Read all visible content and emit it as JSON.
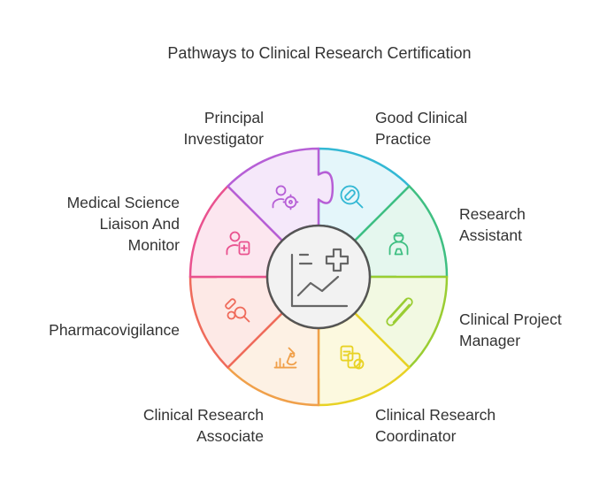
{
  "title": "Pathways to Clinical Research Certification",
  "center": {
    "icon": "chart-plus-icon"
  },
  "segments": [
    {
      "id": "good-clinical-practice",
      "lines": [
        "Good Clinical",
        "Practice"
      ],
      "color": "#33b8d4",
      "fill": "#e4f6fa",
      "icon": "pill-magnifier-icon"
    },
    {
      "id": "research-assistant",
      "lines": [
        "Research",
        "Assistant"
      ],
      "color": "#3fbf82",
      "fill": "#e5f7ee",
      "icon": "scientist-icon"
    },
    {
      "id": "clinical-project-manager",
      "lines": [
        "Clinical Project",
        "Manager"
      ],
      "color": "#9acd32",
      "fill": "#f2f9e2",
      "icon": "bandage-icon"
    },
    {
      "id": "clinical-research-coordinator",
      "lines": [
        "Clinical Research",
        "Coordinator"
      ],
      "color": "#e8d224",
      "fill": "#fcf9df",
      "icon": "documents-pill-icon"
    },
    {
      "id": "clinical-research-associate",
      "lines": [
        "Clinical Research",
        "Associate"
      ],
      "color": "#f0a04a",
      "fill": "#fdf1e4",
      "icon": "microscope-chart-icon"
    },
    {
      "id": "pharmacovigilance",
      "lines": [
        "Pharmacovigilance"
      ],
      "color": "#ef6b5b",
      "fill": "#fde9e6",
      "icon": "pills-search-icon"
    },
    {
      "id": "medical-science-liaison",
      "lines": [
        "Medical Science",
        "Liaison And",
        "Monitor"
      ],
      "color": "#e9528f",
      "fill": "#fce6ef",
      "icon": "doctor-clipboard-icon"
    },
    {
      "id": "principal-investigator",
      "lines": [
        "Principal",
        "Investigator"
      ],
      "color": "#b65fd6",
      "fill": "#f5e8fa",
      "icon": "person-virus-icon"
    }
  ]
}
